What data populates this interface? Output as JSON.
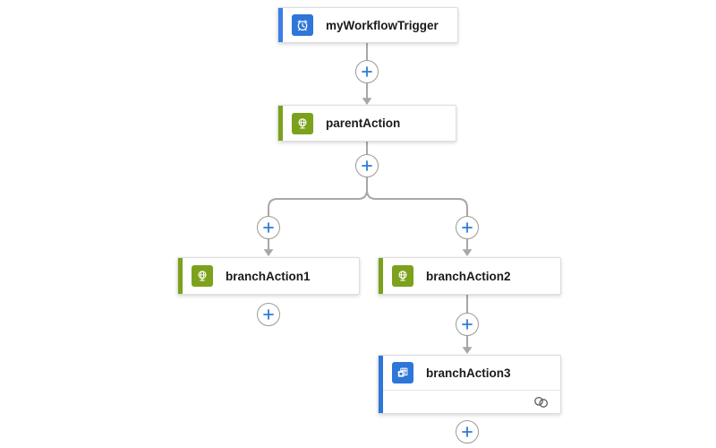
{
  "nodes": {
    "trigger": {
      "label": "myWorkflowTrigger",
      "icon": "recurrence-clock-icon"
    },
    "parent_action": {
      "label": "parentAction",
      "icon": "http-globe-icon"
    },
    "branch_action_1": {
      "label": "branchAction1",
      "icon": "http-globe-icon"
    },
    "branch_action_2": {
      "label": "branchAction2",
      "icon": "http-globe-icon"
    },
    "branch_action_3": {
      "label": "branchAction3",
      "icon": "outlook-icon",
      "footer_icon": "connections-icon"
    }
  },
  "colors": {
    "trigger_accent": "#3C7DEA",
    "blue_accent": "#2E76D8",
    "action_green": "#7CA11C",
    "connector_gray": "#A7A7A7",
    "plus_blue": "#2E7CD6",
    "plus_border": "#9A9A98",
    "card_border": "#DEDEDE",
    "label_color": "#1A1A1A",
    "footer_icon_color": "#5C5B59"
  }
}
